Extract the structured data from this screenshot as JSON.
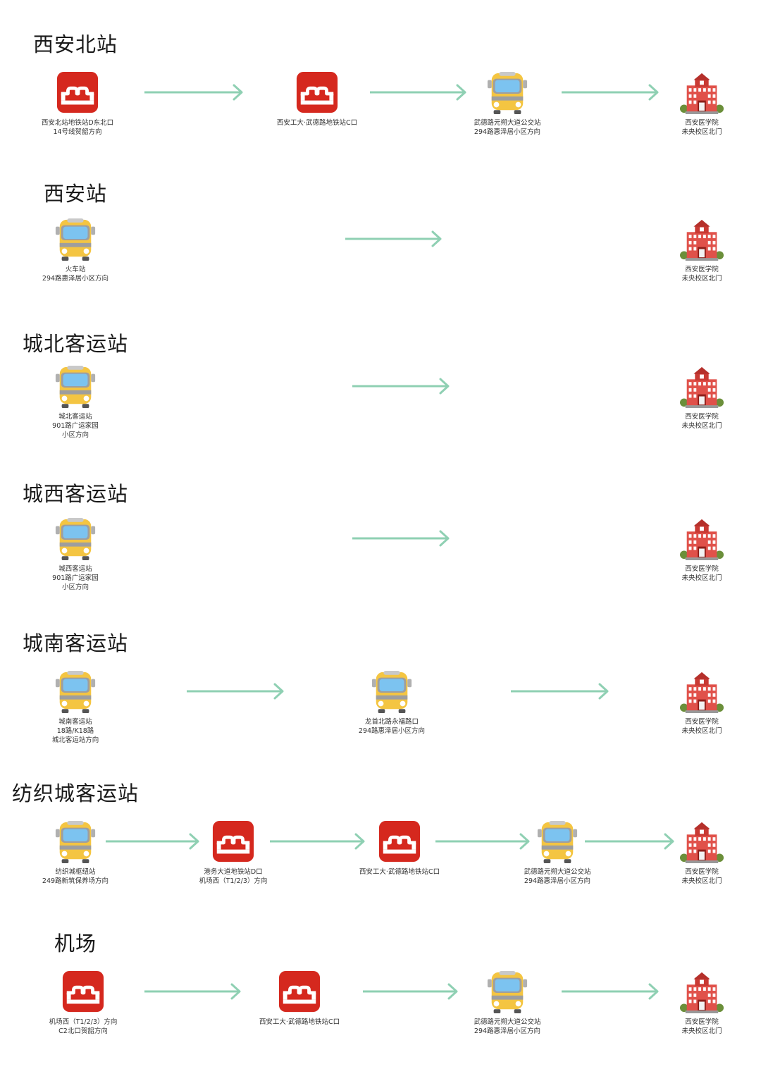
{
  "colors": {
    "metro": "#d5281e",
    "bus_body": "#f4c542",
    "hospital": "#e0514a",
    "arrow": "#8fd0b3"
  },
  "routes": [
    {
      "title": "西安北站",
      "nodes": [
        {
          "icon": "metro-icon",
          "lines": [
            "西安北站地铁站D东北口",
            "14号线贺韶方向"
          ]
        },
        {
          "icon": "metro-icon",
          "lines": [
            "西安工大·武德路地铁站C口"
          ]
        },
        {
          "icon": "bus-icon",
          "lines": [
            "武德路元朔大道公交站",
            "294路惠泽居小区方向"
          ]
        },
        {
          "icon": "hospital-icon",
          "lines": [
            "西安医学院",
            "未央校区北门"
          ]
        }
      ]
    },
    {
      "title": "西安站",
      "nodes": [
        {
          "icon": "bus-icon",
          "lines": [
            "火车站",
            "294路惠泽居小区方向"
          ]
        },
        {
          "icon": "hospital-icon",
          "lines": [
            "西安医学院",
            "未央校区北门"
          ]
        }
      ]
    },
    {
      "title": "城北客运站",
      "nodes": [
        {
          "icon": "bus-icon",
          "lines": [
            "城北客运站",
            "901路广运家园",
            "小区方向"
          ]
        },
        {
          "icon": "hospital-icon",
          "lines": [
            "西安医学院",
            "未央校区北门"
          ]
        }
      ]
    },
    {
      "title": "城西客运站",
      "nodes": [
        {
          "icon": "bus-icon",
          "lines": [
            "城西客运站",
            "901路广运家园",
            "小区方向"
          ]
        },
        {
          "icon": "hospital-icon",
          "lines": [
            "西安医学院",
            "未央校区北门"
          ]
        }
      ]
    },
    {
      "title": "城南客运站",
      "nodes": [
        {
          "icon": "bus-icon",
          "lines": [
            "城南客运站",
            "18路/K18路",
            "城北客运站方向"
          ]
        },
        {
          "icon": "bus-icon",
          "lines": [
            "龙首北路永福路口",
            "294路惠泽居小区方向"
          ]
        },
        {
          "icon": "hospital-icon",
          "lines": [
            "西安医学院",
            "未央校区北门"
          ]
        }
      ]
    },
    {
      "title": "纺织城客运站",
      "nodes": [
        {
          "icon": "bus-icon",
          "lines": [
            "纺织城枢纽站",
            "249路新筑保养场方向"
          ]
        },
        {
          "icon": "metro-icon",
          "lines": [
            "港务大道地铁站D口",
            "机场西（T1/2/3）方向"
          ]
        },
        {
          "icon": "metro-icon",
          "lines": [
            "西安工大·武德路地铁站C口"
          ]
        },
        {
          "icon": "bus-icon",
          "lines": [
            "武德路元朔大道公交站",
            "294路惠泽居小区方向"
          ]
        },
        {
          "icon": "hospital-icon",
          "lines": [
            "西安医学院",
            "未央校区北门"
          ]
        }
      ]
    },
    {
      "title": "机场",
      "nodes": [
        {
          "icon": "metro-icon",
          "lines": [
            "机场西（T1/2/3）方向",
            "C2北口贺韶方向"
          ]
        },
        {
          "icon": "metro-icon",
          "lines": [
            "西安工大·武德路地铁站C口"
          ]
        },
        {
          "icon": "bus-icon",
          "lines": [
            "武德路元朔大道公交站",
            "294路惠泽居小区方向"
          ]
        },
        {
          "icon": "hospital-icon",
          "lines": [
            "西安医学院",
            "未央校区北门"
          ]
        }
      ]
    }
  ]
}
